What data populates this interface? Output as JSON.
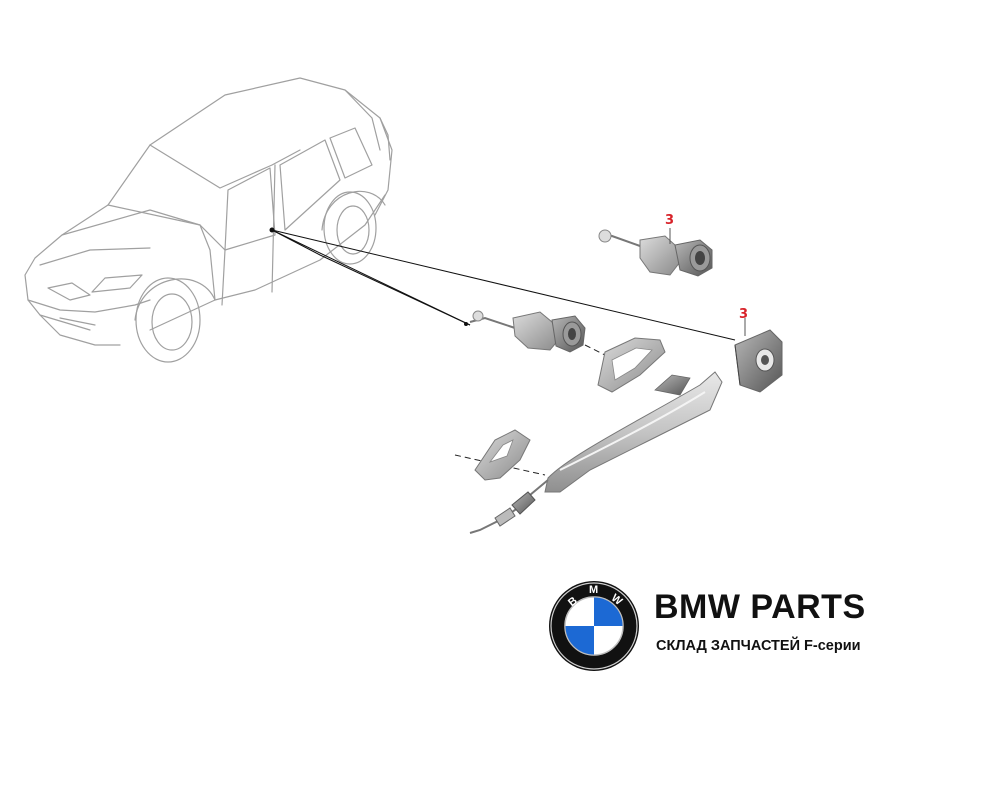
{
  "diagram": {
    "callouts": [
      {
        "id": "lock-cylinder-callout",
        "label": "3"
      },
      {
        "id": "cap-callout",
        "label": "3"
      }
    ]
  },
  "brand": {
    "logo_letters": [
      "B",
      "M",
      "W"
    ],
    "title": "BMW PARTS",
    "subtitle": "СКЛАД ЗАПЧАСТЕЙ F-серии"
  },
  "colors": {
    "callout": "#d8232a",
    "line_art": "#9a9a9a",
    "part_fill": "#c9c9c9",
    "logo_blue": "#1c69d4",
    "logo_ring": "#111111"
  }
}
